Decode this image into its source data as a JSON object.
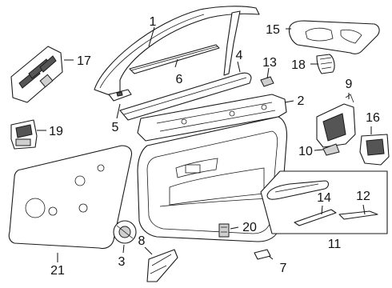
{
  "callouts": {
    "c1": "1",
    "c2": "2",
    "c3": "3",
    "c4": "4",
    "c5": "5",
    "c6": "6",
    "c7": "7",
    "c8": "8",
    "c9": "9",
    "c10": "10",
    "c11": "11",
    "c12": "12",
    "c13": "13",
    "c14": "14",
    "c15": "15",
    "c16": "16",
    "c17": "17",
    "c18": "18",
    "c19": "19",
    "c20": "20",
    "c21": "21"
  },
  "colors": {
    "line": "#1a1a1a",
    "fill": "#ffffff",
    "shade": "#cfcfcf"
  }
}
